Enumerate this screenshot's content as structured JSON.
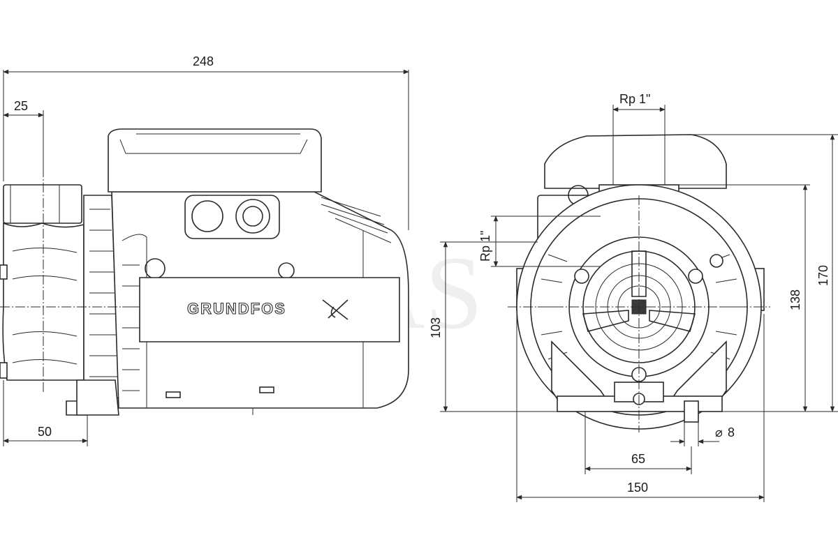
{
  "brand": "GRUNDFOS",
  "watermark": "AS",
  "dimensions": {
    "overall_length": "248",
    "inlet_offset": "25",
    "foot_offset": "50",
    "shaft_height": "103",
    "outlet_height": "138",
    "overall_height": "170",
    "foot_span": "65",
    "overall_width": "150",
    "bolt_hole": "8",
    "discharge_thread": "Rp 1\"",
    "suction_thread": "Rp 1\""
  },
  "symbols": {
    "diameter": "⌀"
  }
}
